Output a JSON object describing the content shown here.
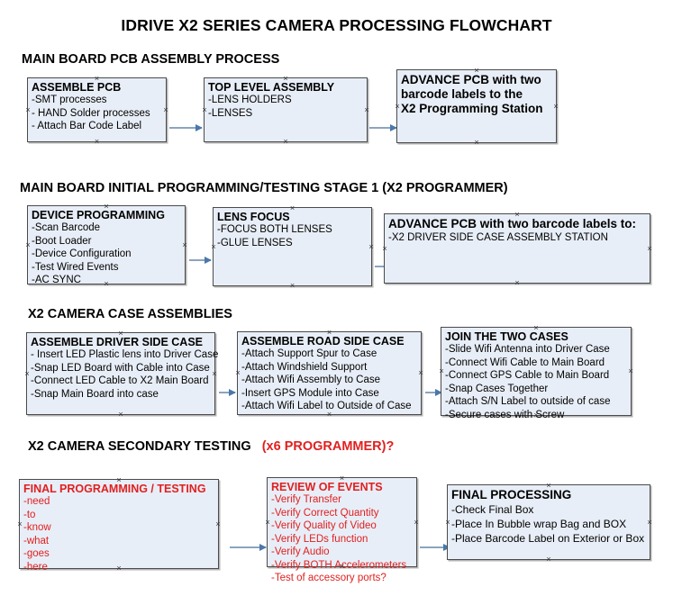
{
  "document": {
    "title": "IDRIVE X2  SERIES CAMERA PROCESSING FLOWCHART"
  },
  "sections": [
    {
      "id": "main-board-pcb-assembly",
      "heading": "MAIN BOARD PCB ASSEMBLY PROCESS",
      "heading_accent": ""
    },
    {
      "id": "main-board-initial-programming",
      "heading": "MAIN BOARD INITIAL PROGRAMMING/TESTING STAGE 1 (X2 PROGRAMMER)",
      "heading_accent": ""
    },
    {
      "id": "x2-camera-case-assemblies",
      "heading": "X2 CAMERA CASE ASSEMBLIES",
      "heading_accent": ""
    },
    {
      "id": "x2-camera-secondary-testing",
      "heading": "X2 CAMERA SECONDARY TESTING",
      "heading_accent": "(x6 PROGRAMMER)?"
    }
  ],
  "nodes": {
    "assemble_pcb": {
      "title": "ASSEMBLE PCB",
      "lines": [
        "-SMT processes",
        "- HAND Solder processes",
        "- Attach Bar Code Label"
      ]
    },
    "top_level_assembly": {
      "title": "TOP LEVEL ASSEMBLY",
      "lines": [
        "-LENS HOLDERS",
        "-LENSES"
      ]
    },
    "advance_pcb_station": {
      "title": "ADVANCE PCB with two",
      "lines": [
        "barcode labels to the",
        " X2 Programming Station"
      ]
    },
    "device_programming": {
      "title": "DEVICE PROGRAMMING",
      "lines": [
        "-Scan Barcode",
        "-Boot Loader",
        "-Device Configuration",
        "-Test Wired Events",
        "-AC SYNC"
      ]
    },
    "lens_focus": {
      "title": "LENS FOCUS",
      "lines": [
        "-FOCUS BOTH LENSES",
        "-GLUE LENSES"
      ]
    },
    "advance_pcb_driver_side": {
      "title": "ADVANCE PCB with two barcode labels to:",
      "lines": [
        "-X2 DRIVER  SIDE  CASE  ASSEMBLY STATION"
      ]
    },
    "assemble_driver_side_case": {
      "title": "ASSEMBLE DRIVER SIDE CASE",
      "lines": [
        "- Insert LED Plastic lens into Driver Case",
        "-Snap LED Board with Cable into Case",
        "-Connect LED Cable to X2 Main Board",
        "-Snap Main Board into case"
      ]
    },
    "assemble_road_side_case": {
      "title": "ASSEMBLE ROAD SIDE CASE",
      "lines": [
        "-Attach Support Spur to Case",
        "-Attach Windshield Support",
        "-Attach Wifi Assembly to Case",
        "-Insert GPS Module into Case",
        "-Attach Wifi Label to Outside of Case"
      ]
    },
    "join_the_two_cases": {
      "title": "JOIN THE TWO CASES",
      "lines": [
        "-Slide Wifi Antenna into Driver Case",
        "-Connect Wifi Cable to Main Board",
        "-Connect GPS Cable to Main Board",
        "-Snap Cases Together",
        "-Attach S/N Label to outside of case",
        "-Secure cases with Screw"
      ]
    },
    "final_programming_testing": {
      "title": "FINAL PROGRAMMING / TESTING",
      "lines": [
        "-need",
        "-to",
        "-know",
        "-what",
        "-goes",
        "-here"
      ]
    },
    "review_of_events": {
      "title": "REVIEW OF EVENTS",
      "lines": [
        "-Verify Transfer",
        "-Verify Correct Quantity",
        "-Verify Quality of Video",
        "-Verify LEDs function",
        "-Verify Audio",
        "-Verify BOTH Accelerometers",
        "-Test of accessory ports?"
      ]
    },
    "final_processing": {
      "title": "FINAL PROCESSING",
      "lines": [
        "-Check Final Box",
        "-Place In Bubble wrap Bag and BOX",
        "-Place Barcode Label on Exterior or Box"
      ]
    }
  },
  "colors": {
    "box_fill": "#e8eef7",
    "box_border": "#4a4a4a",
    "arrow": "#8ba4c0",
    "arrow_head": "#4a78a8",
    "accent_red": "#e02020",
    "text": "#000000"
  }
}
